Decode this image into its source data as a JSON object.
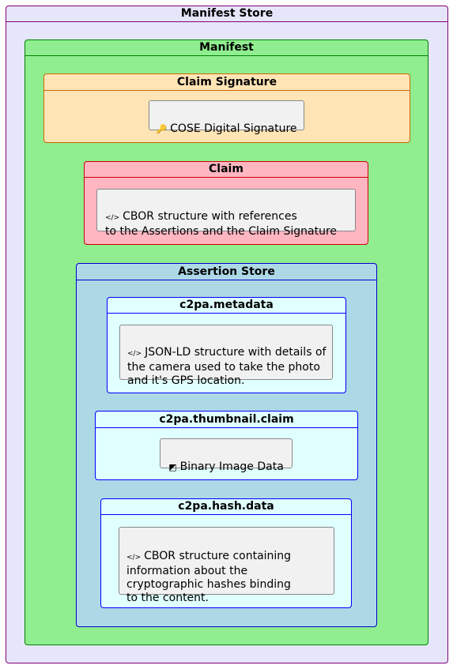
{
  "manifest_store": {
    "title": "Manifest Store",
    "manifest": {
      "title": "Manifest",
      "claim_signature": {
        "title": "Claim Signature",
        "node": {
          "icon": "key-icon",
          "glyph": "🔑",
          "text": "COSE Digital Signature"
        }
      },
      "claim": {
        "title": "Claim",
        "node": {
          "icon": "code-icon",
          "glyph": "</>",
          "text": "CBOR structure with references\nto the Assertions and the Claim Signature"
        }
      },
      "assertion_store": {
        "title": "Assertion Store",
        "metadata": {
          "title": "c2pa.metadata",
          "node": {
            "icon": "code-icon",
            "glyph": "</>",
            "text": "JSON-LD structure with details of\nthe camera used to take the photo\nand it's GPS location."
          }
        },
        "thumbnail": {
          "title": "c2pa.thumbnail.claim",
          "node": {
            "icon": "image-icon",
            "glyph": "◩",
            "text": "Binary Image Data"
          }
        },
        "hash": {
          "title": "c2pa.hash.data",
          "node": {
            "icon": "code-icon",
            "glyph": "</>",
            "text": "CBOR structure containing\ninformation about the\ncryptographic hashes binding\nto the content."
          }
        }
      }
    }
  },
  "colors": {
    "store_bg": "#e6e6fa",
    "store_border": "#800080",
    "manifest_bg": "#90ee90",
    "manifest_border": "#008000",
    "signature_bg": "#ffe4b5",
    "signature_border": "#cc6600",
    "claim_bg": "#ffb6c1",
    "claim_border": "#cc0000",
    "assertion_bg": "#add8e6",
    "assertion_border": "#0000cc",
    "item_bg": "#e0ffff",
    "item_border": "#0000ff"
  }
}
